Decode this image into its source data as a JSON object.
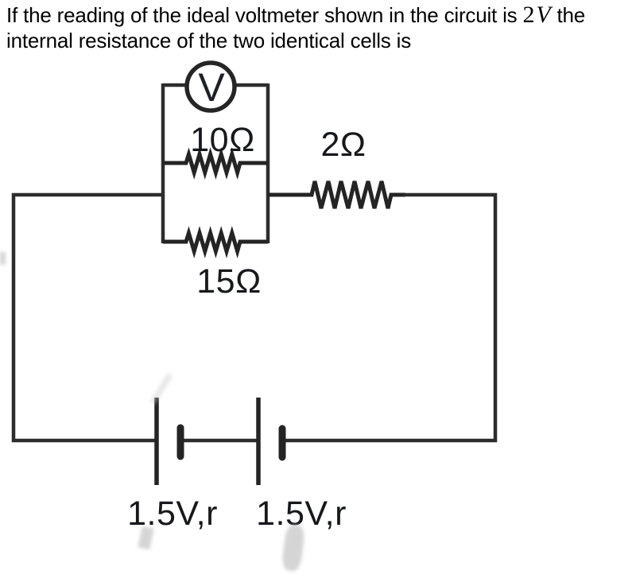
{
  "question": {
    "line1_prefix": "If the reading of the ideal voltmeter shown in the circuit is ",
    "math_coefficient": "2",
    "math_variable": "V",
    "line1_suffix": " the",
    "line2": "internal resistance of the two identical cells is"
  },
  "circuit": {
    "voltmeter_label": "V",
    "resistor_top": "10Ω",
    "resistor_series": "2Ω",
    "resistor_bottom": "15Ω",
    "cell_left_label": "1.5V,r",
    "cell_right_label": "1.5V,r"
  },
  "colors": {
    "wire": "#2d2d2d",
    "text": "#000000",
    "label": "#17181c",
    "background": "#ffffff"
  }
}
